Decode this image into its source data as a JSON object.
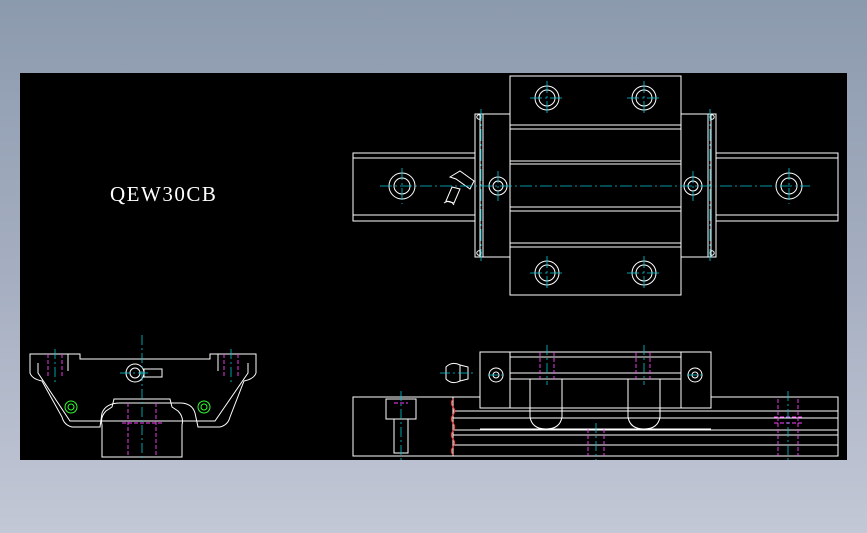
{
  "drawing": {
    "model_label": "QEW30CB",
    "colors": {
      "background": "#000000",
      "outline": "#ffffff",
      "centerline": "#00c8d8",
      "hidden": "#ff40ff",
      "hatch": "#ff4040",
      "thread": "#30ff30"
    },
    "views": [
      "front-view",
      "top-view",
      "side-view"
    ]
  }
}
